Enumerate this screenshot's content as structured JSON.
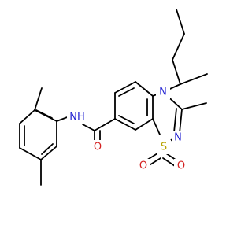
{
  "molecule": {
    "labels": {
      "n_ring": "N",
      "n_imine": "N",
      "s_sulfonyl": "S",
      "o_sulfonyl_left": "O",
      "o_sulfonyl_right": "O",
      "o_carbonyl": "O",
      "nh_amide": "NH"
    },
    "colors": {
      "bond": "#000000",
      "nitrogen": "#1f1fd1",
      "oxygen": "#d42020",
      "sulfur": "#b8a300"
    }
  }
}
